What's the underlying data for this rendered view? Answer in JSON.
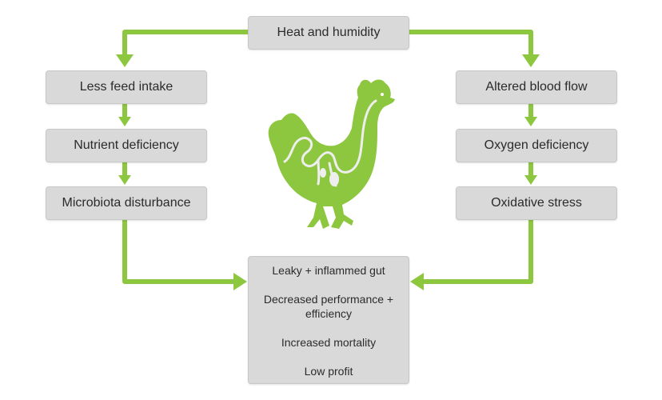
{
  "colors": {
    "arrow": "#8dc63f",
    "box_fill": "#d9d9d9",
    "text": "#2b2b2b",
    "hen": "#8dc63f",
    "gut": "#e6e6e6"
  },
  "top": {
    "label": "Heat and humidity"
  },
  "left_chain": [
    {
      "label": "Less feed intake"
    },
    {
      "label": "Nutrient deficiency"
    },
    {
      "label": "Microbiota disturbance"
    }
  ],
  "right_chain": [
    {
      "label": "Altered blood flow"
    },
    {
      "label": "Oxygen deficiency"
    },
    {
      "label": "Oxidative stress"
    }
  ],
  "outcomes": [
    {
      "label": "Leaky + inflammed gut"
    },
    {
      "label": "Decreased performance + efficiency"
    },
    {
      "label": "Increased mortality"
    },
    {
      "label": "Low profit"
    }
  ],
  "icons": {
    "center": "chicken-gut-icon"
  }
}
